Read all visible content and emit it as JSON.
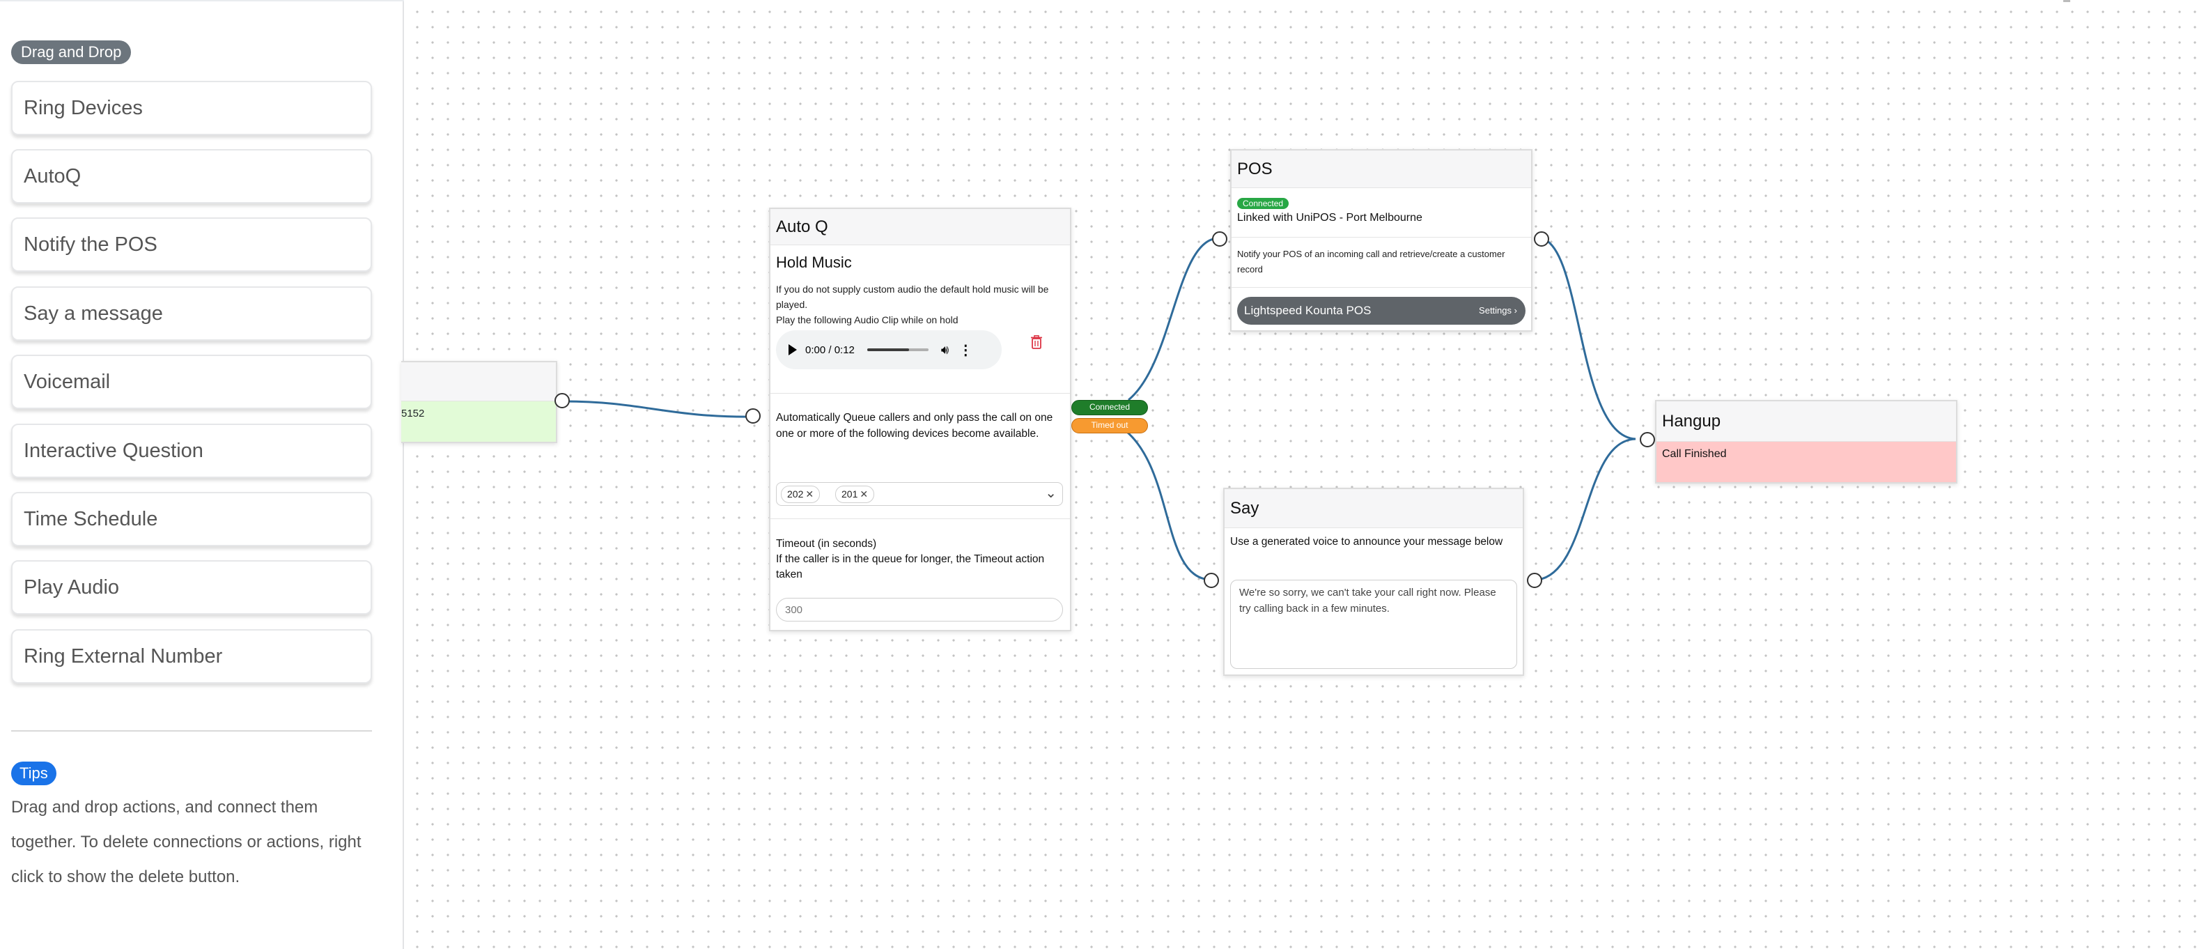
{
  "sidebar": {
    "drag_badge": "Drag and Drop",
    "actions": [
      "Ring Devices",
      "AutoQ",
      "Notify the POS",
      "Say a message",
      "Voicemail",
      "Interactive Question",
      "Time Schedule",
      "Play Audio",
      "Ring External Number"
    ],
    "tips_badge": "Tips",
    "tips_text": "Drag and drop actions, and connect them together. To delete connections or actions, right click to show the delete button."
  },
  "nodes": {
    "start": {
      "value": "5152"
    },
    "autoq": {
      "title": "Auto Q",
      "hold_music_title": "Hold Music",
      "hold_music_desc": "If you do not supply custom audio the default hold music will be played.",
      "play_clip_label": "Play the following Audio Clip while on hold",
      "audio_time": "0:00 / 0:12",
      "audio_progress_fraction": 0.68,
      "queue_desc": "Automatically Queue callers and only pass the call on one one or more of the following devices become available.",
      "devices": [
        "202",
        "201"
      ],
      "timeout_title": "Timeout (in seconds)",
      "timeout_desc": "If the caller is in the queue for longer, the Timeout action taken",
      "timeout_placeholder": "300",
      "outputs": {
        "connected": "Connected",
        "timed_out": "Timed out"
      }
    },
    "pos": {
      "title": "POS",
      "status_badge": "Connected",
      "linked": "Linked with UniPOS - Port Melbourne",
      "notify_desc": "Notify your POS of an incoming call and retrieve/create a customer record",
      "integration": "Lightspeed Kounta POS",
      "settings_label": "Settings"
    },
    "say": {
      "title": "Say",
      "desc": "Use a generated voice to announce your message below",
      "message": "We're so sorry, we can't take your call right now. Please try calling back in a few minutes."
    },
    "hangup": {
      "title": "Hangup",
      "status": "Call Finished"
    }
  },
  "colors": {
    "wire": "#2f6b9a",
    "connected": "#1f7d2a",
    "timed_out": "#f79a30",
    "start_body": "#e2fbd7",
    "hangup_body": "#ffc8c8",
    "tips": "#1a73e8"
  },
  "icons": {
    "audio_play": "play-icon",
    "audio_volume": "volume-icon",
    "audio_more": "more-vertical-icon",
    "delete": "trash-icon",
    "chip_remove": "close-icon",
    "select": "chevron-down-icon",
    "settings": "chevron-right-icon"
  }
}
